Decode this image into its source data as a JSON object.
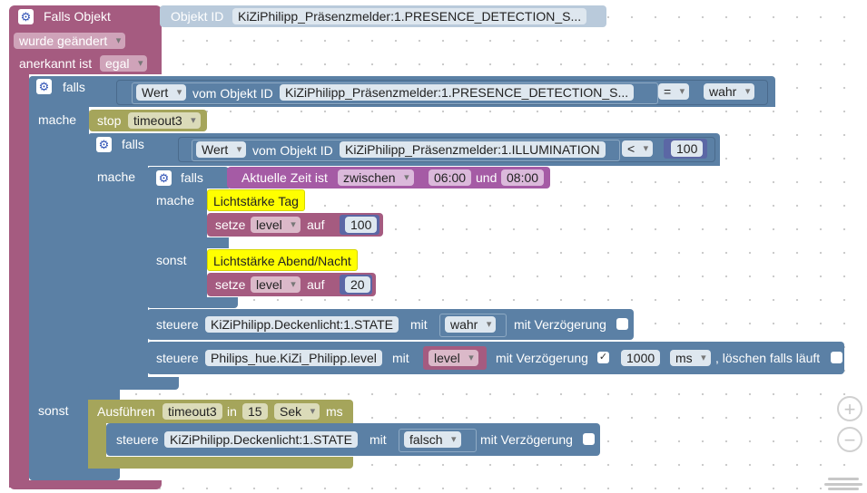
{
  "colors": {
    "event_block": "#a55b80",
    "logic_block": "#5b80a5",
    "timer_block": "#a5a55b",
    "time_block": "#a55ba5",
    "yellow_comment": "#ffff00"
  },
  "event": {
    "label": "Falls Objekt",
    "objekt_id_label": "Objekt ID",
    "objekt_id_value": "KiZiPhilipp_Präsenzmelder:1.PRESENCE_DETECTION_S...",
    "changed_option": "wurde geändert",
    "acknowledged_label": "anerkannt ist",
    "acknowledged_option": "egal"
  },
  "if1": {
    "falls": "falls",
    "mache": "mache",
    "sonst": "sonst",
    "value_option": "Wert",
    "vom_objekt": "vom Objekt ID",
    "object_id": "KiZiPhilipp_Präsenzmelder:1.PRESENCE_DETECTION_S...",
    "operator": "=",
    "compare_value": "wahr"
  },
  "stop_timer": {
    "label": "stop",
    "timer_name": "timeout3"
  },
  "if2": {
    "falls": "falls",
    "mache": "mache",
    "value_option": "Wert",
    "vom_objekt": "vom Objekt ID",
    "object_id": "KiZiPhilipp_Präsenzmelder:1.ILLUMINATION",
    "operator": "<",
    "compare_value": "100"
  },
  "if3": {
    "falls": "falls",
    "mache": "mache",
    "sonst": "sonst",
    "time_label": "Aktuelle Zeit ist",
    "time_option": "zwischen",
    "start_time": "06:00",
    "und": "und",
    "end_time": "08:00",
    "day_comment": "Lichtstärke Tag",
    "night_comment": "Lichtstärke Abend/Nacht",
    "set_label": "setze",
    "variable": "level",
    "auf": "auf",
    "day_value": "100",
    "night_value": "20"
  },
  "control1": {
    "steuere": "steuere",
    "object": "KiZiPhilipp.Deckenlicht:1.STATE",
    "mit": "mit",
    "value_option": "wahr",
    "delay_label": "mit Verzögerung"
  },
  "control2": {
    "steuere": "steuere",
    "object": "Philips_hue.KiZi_Philipp.level",
    "mit": "mit",
    "value_option": "level",
    "delay_label": "mit Verzögerung",
    "delay_checked": "✓",
    "delay_value": "1000",
    "unit_option": "ms",
    "clear_label": ", löschen falls läuft"
  },
  "timeout": {
    "label": "Ausführen",
    "timer_name": "timeout3",
    "in": "in",
    "duration": "15",
    "unit_option": "Sek",
    "ms": "ms"
  },
  "control3": {
    "steuere": "steuere",
    "object": "KiZiPhilipp.Deckenlicht:1.STATE",
    "mit": "mit",
    "value_option": "falsch",
    "delay_label": "mit Verzögerung"
  },
  "workspace_controls": {
    "zoom_in": "+",
    "zoom_out": "−"
  }
}
